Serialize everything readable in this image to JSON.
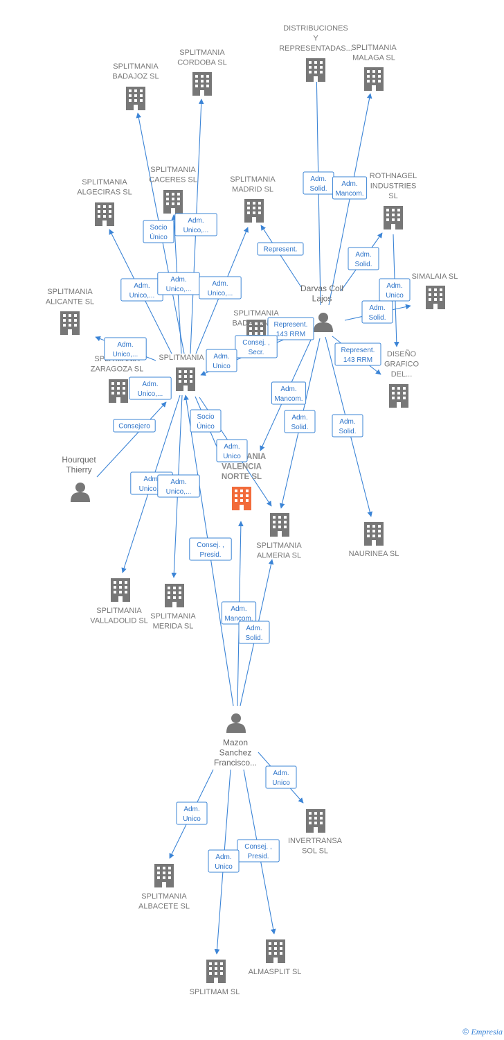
{
  "colors": {
    "edge": "#3b84d6",
    "building": "#777777",
    "focus": "#f26b3a",
    "person": "#777777"
  },
  "companies": [
    {
      "id": "badajoz",
      "label": [
        "SPLITMANIA",
        "BADAJOZ SL"
      ]
    },
    {
      "id": "cordoba",
      "label": [
        "SPLITMANIA",
        "CORDOBA SL"
      ]
    },
    {
      "id": "distrib",
      "label": [
        "DISTRIBUCIONES",
        "Y",
        "REPRESENTADAS..."
      ]
    },
    {
      "id": "malaga",
      "label": [
        "SPLITMANIA",
        "MALAGA SL"
      ]
    },
    {
      "id": "caceres",
      "label": [
        "SPLITMANIA",
        "CACERES SL"
      ]
    },
    {
      "id": "algeciras",
      "label": [
        "SPLITMANIA",
        "ALGECIRAS SL"
      ]
    },
    {
      "id": "madrid",
      "label": [
        "SPLITMANIA",
        "MADRID  SL"
      ]
    },
    {
      "id": "rothnagel",
      "label": [
        "ROTHNAGEL",
        "INDUSTRIES",
        "SL"
      ]
    },
    {
      "id": "alicante",
      "label": [
        "SPLITMANIA",
        "ALICANTE  SL"
      ]
    },
    {
      "id": "simalaia",
      "label": [
        "SIMALAIA SL"
      ]
    },
    {
      "id": "badalona",
      "label": [
        "SPLITMANIA",
        "BADALONA..."
      ]
    },
    {
      "id": "zaragoza",
      "label": [
        "SPLITMANIA",
        "ZARAGOZA  SL"
      ]
    },
    {
      "id": "splitmania",
      "label": [
        "SPLITMANIA SL"
      ]
    },
    {
      "id": "diseno",
      "label": [
        "DISEÑO",
        "GRAFICO",
        "DEL..."
      ]
    },
    {
      "id": "valencia",
      "label": [
        "SPLITMANIA",
        "VALENCIA",
        "NORTE  SL"
      ]
    },
    {
      "id": "almeria",
      "label": [
        "SPLITMANIA",
        "ALMERIA  SL"
      ]
    },
    {
      "id": "naurinea",
      "label": [
        "NAURINEA SL"
      ]
    },
    {
      "id": "valladolid",
      "label": [
        "SPLITMANIA",
        "VALLADOLID SL"
      ]
    },
    {
      "id": "merida",
      "label": [
        "SPLITMANIA",
        "MERIDA SL"
      ]
    },
    {
      "id": "invertransa",
      "label": [
        "INVERTRANSA",
        "SOL SL"
      ]
    },
    {
      "id": "albacete",
      "label": [
        "SPLITMANIA",
        "ALBACETE SL"
      ]
    },
    {
      "id": "almasplit",
      "label": [
        "ALMASPLIT SL"
      ]
    },
    {
      "id": "splitmam",
      "label": [
        "SPLITMAM  SL"
      ]
    }
  ],
  "persons": [
    {
      "id": "darvas",
      "label": [
        "Darvas Coll",
        "Lajos"
      ]
    },
    {
      "id": "hourquet",
      "label": [
        "Hourquet",
        "Thierry"
      ]
    },
    {
      "id": "mazon",
      "label": [
        "Mazon",
        "Sanchez",
        "Francisco..."
      ]
    }
  ],
  "relations": [
    {
      "id": "r1",
      "label": [
        "Adm.",
        "Solid."
      ]
    },
    {
      "id": "r2",
      "label": [
        "Adm.",
        "Mancom."
      ]
    },
    {
      "id": "r3",
      "label": [
        "Socio",
        "Único"
      ]
    },
    {
      "id": "r4",
      "label": [
        "Adm.",
        "Unico,..."
      ]
    },
    {
      "id": "r5",
      "label": [
        "Represent."
      ]
    },
    {
      "id": "r6",
      "label": [
        "Adm.",
        "Solid."
      ]
    },
    {
      "id": "r7",
      "label": [
        "Adm.",
        "Unico,..."
      ]
    },
    {
      "id": "r8",
      "label": [
        "Adm.",
        "Unico,..."
      ]
    },
    {
      "id": "r9",
      "label": [
        "Adm.",
        "Unico,..."
      ]
    },
    {
      "id": "r10",
      "label": [
        "Adm.",
        "Unico"
      ]
    },
    {
      "id": "r11",
      "label": [
        "Adm.",
        "Solid."
      ]
    },
    {
      "id": "r12",
      "label": [
        "Adm.",
        "Unico,..."
      ]
    },
    {
      "id": "r13",
      "label": [
        "Represent.",
        "143 RRM"
      ]
    },
    {
      "id": "r14",
      "label": [
        "Consej. ,",
        "Secr."
      ]
    },
    {
      "id": "r15",
      "label": [
        "Adm.",
        "Unico"
      ]
    },
    {
      "id": "r16",
      "label": [
        "Represent.",
        "143 RRM"
      ]
    },
    {
      "id": "r17",
      "label": [
        "Adm.",
        "Unico,..."
      ]
    },
    {
      "id": "r18",
      "label": [
        "Adm.",
        "Mancom."
      ]
    },
    {
      "id": "r19",
      "label": [
        "Consejero"
      ]
    },
    {
      "id": "r20",
      "label": [
        "Socio",
        "Único"
      ]
    },
    {
      "id": "r21",
      "label": [
        "Adm.",
        "Solid."
      ]
    },
    {
      "id": "r22",
      "label": [
        "Adm.",
        "Solid."
      ]
    },
    {
      "id": "r23",
      "label": [
        "Adm.",
        "Unico"
      ]
    },
    {
      "id": "r24",
      "label": [
        "Adm.",
        "Unico,..."
      ]
    },
    {
      "id": "r25",
      "label": [
        "Adm.",
        "Unico,..."
      ]
    },
    {
      "id": "r26",
      "label": [
        "Consej. ,",
        "Presid."
      ]
    },
    {
      "id": "r27",
      "label": [
        "Adm.",
        "Mancom."
      ]
    },
    {
      "id": "r28",
      "label": [
        "Adm.",
        "Solid."
      ]
    },
    {
      "id": "r29",
      "label": [
        "Adm.",
        "Unico"
      ]
    },
    {
      "id": "r30",
      "label": [
        "Adm.",
        "Unico"
      ]
    },
    {
      "id": "r31",
      "label": [
        "Consej. ,",
        "Presid."
      ]
    },
    {
      "id": "r32",
      "label": [
        "Adm.",
        "Unico"
      ]
    }
  ],
  "footer": {
    "copyright": "©",
    "brand": "Empresia"
  }
}
